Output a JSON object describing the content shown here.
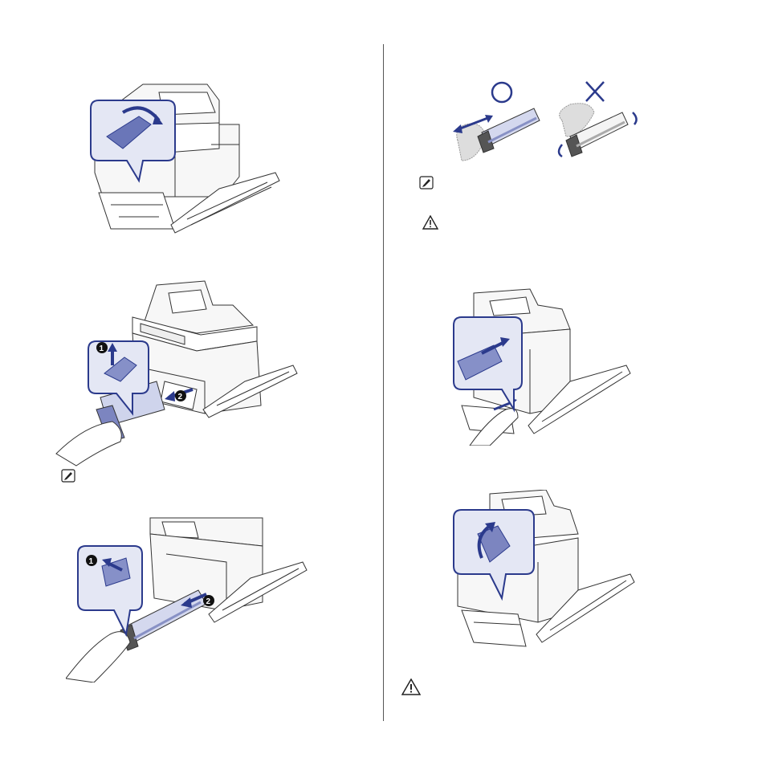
{
  "page": {
    "figures": [
      {
        "id": "open-front-cover",
        "callout_icon": "rotate-lever-icon"
      },
      {
        "id": "remove-waste-toner",
        "step_markers": [
          "1",
          "2"
        ]
      },
      {
        "id": "remove-imaging-unit",
        "step_markers": [
          "1",
          "2"
        ]
      },
      {
        "id": "shake-correct-wrong",
        "symbols": [
          "correct-circle-icon",
          "wrong-x-icon"
        ]
      },
      {
        "id": "insert-imaging-unit"
      },
      {
        "id": "close-lever"
      }
    ],
    "icons": {
      "note": "note-icon",
      "warning": "warning-icon"
    },
    "colors": {
      "accent": "#2b3a8c",
      "callout_border": "#2b3a8c",
      "callout_fill": "#dfe3f3",
      "line": "#333333",
      "divider": "#555555"
    }
  }
}
